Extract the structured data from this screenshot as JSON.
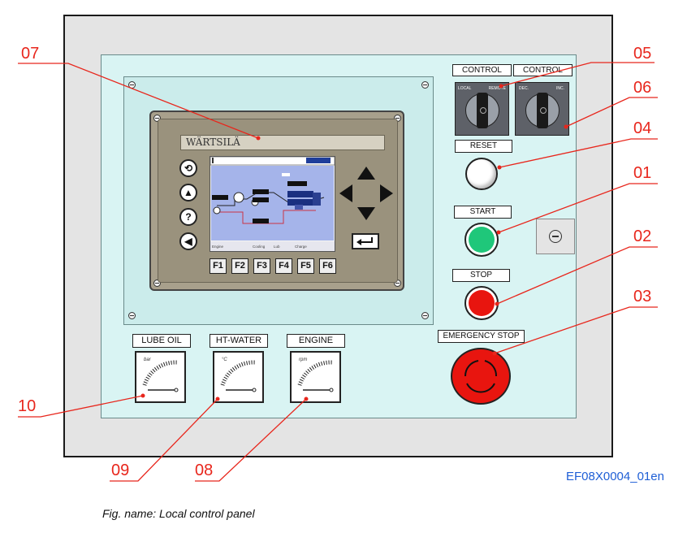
{
  "panel": {
    "brand": "WÄRTSILÄ",
    "function_keys": [
      "F1",
      "F2",
      "F3",
      "F4",
      "F5",
      "F6"
    ],
    "lcd_softkeys": [
      "Engine",
      "",
      "Cooling",
      "Lub",
      "Charge",
      ""
    ]
  },
  "controls": {
    "control_label_1": "CONTROL",
    "control_label_2": "CONTROL",
    "switch1_left": "LOCAL",
    "switch1_right": "REMOTE",
    "switch2_left": "DEC.",
    "switch2_right": "INC.",
    "reset": "RESET",
    "start": "START",
    "stop": "STOP",
    "emergency_stop": "EMERGENCY STOP"
  },
  "gauges": [
    {
      "label": "LUBE OIL",
      "unit": "bar"
    },
    {
      "label": "HT-WATER",
      "unit": "°C"
    },
    {
      "label": "ENGINE",
      "unit": "rpm"
    }
  ],
  "callouts": {
    "c01": "01",
    "c02": "02",
    "c03": "03",
    "c04": "04",
    "c05": "05",
    "c06": "06",
    "c07": "07",
    "c08": "08",
    "c09": "09",
    "c10": "10"
  },
  "reference": "EF08X0004_01en",
  "caption": "Fig. name: Local control panel",
  "colors": {
    "callout": "#e8261c",
    "reference": "#1f5fd6",
    "start": "#1fc77a",
    "stop": "#e8150f"
  }
}
